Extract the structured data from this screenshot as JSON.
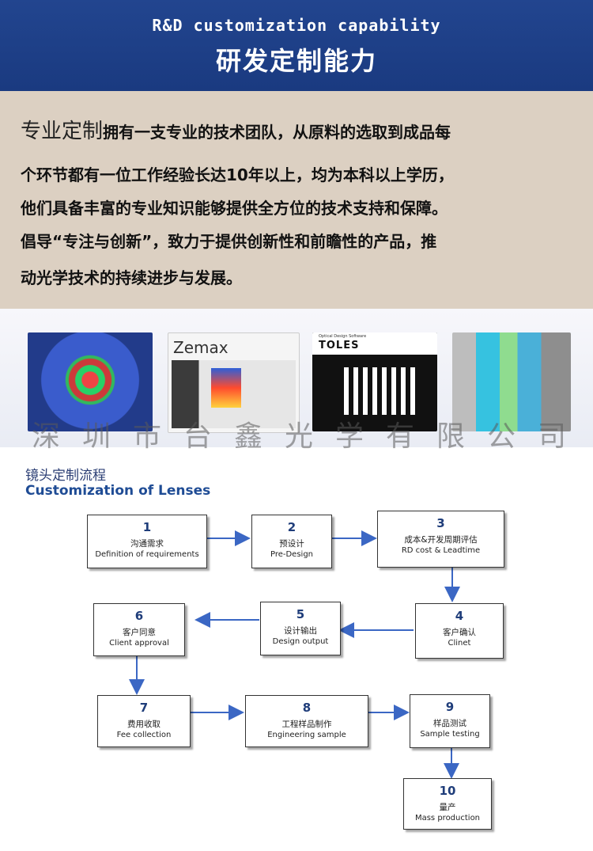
{
  "header": {
    "title_en": "R&D customization capability",
    "title_zh": "研发定制能力"
  },
  "intro": {
    "lead": "专业定制",
    "line1_rest": "拥有一支专业的技术团队，从原料的选取到成品每",
    "line2": "个环节都有一位工作经验长达10年以上，均为本科以上学历，",
    "line3": "他们具备丰富的专业知识能够提供全方位的技术支持和保障。",
    "line4": "倡导“专注与创新”，致力于提供创新性和前瞻性的产品，推",
    "line5": "动光学技术的持续进步与发展。"
  },
  "photos": {
    "zemax_logo": "Zemax",
    "toles_small": "Optical Design Software",
    "toles_logo": "TOLES",
    "watermark": "深圳市台鑫光学有限公司"
  },
  "flow": {
    "title_zh": "镜头定制流程",
    "title_en": "Customization of Lenses",
    "steps": [
      {
        "num": "1",
        "zh": "沟通需求",
        "en": "Definition of requirements"
      },
      {
        "num": "2",
        "zh": "预设计",
        "en": "Pre-Design"
      },
      {
        "num": "3",
        "zh": "成本&开发周期评估",
        "en": "RD cost & Leadtime"
      },
      {
        "num": "4",
        "zh": "客户确认",
        "en": "Clinet"
      },
      {
        "num": "5",
        "zh": "设计输出",
        "en": "Design output"
      },
      {
        "num": "6",
        "zh": "客户同意",
        "en": "Client approval"
      },
      {
        "num": "7",
        "zh": "费用收取",
        "en": "Fee collection"
      },
      {
        "num": "8",
        "zh": "工程样品制作",
        "en": "Engineering sample"
      },
      {
        "num": "9",
        "zh": "样品测试",
        "en": "Sample testing"
      },
      {
        "num": "10",
        "zh": "量产",
        "en": "Mass production"
      }
    ]
  },
  "colors": {
    "header_bg": "#1a3a80",
    "intro_bg": "#dcd0c2",
    "arrow": "#3b67c4"
  }
}
